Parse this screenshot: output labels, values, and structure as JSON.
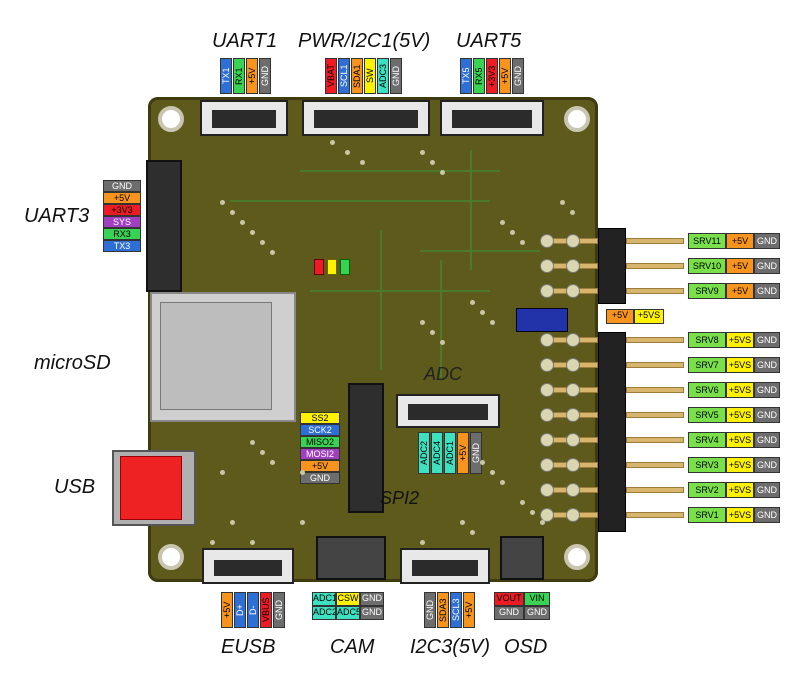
{
  "colors": {
    "orange": "#f7941d",
    "red": "#ed1c24",
    "green": "#39d353",
    "blue": "#2e6fd6",
    "yellow": "#fff200",
    "purple": "#a040c0",
    "teal": "#3de0c0",
    "gray": "#6d6d6d",
    "lightgreen": "#7ae04a",
    "board": "#5d5a1c"
  },
  "titles": {
    "uart1": "UART1",
    "pwr_i2c1": "PWR/I2C1(5V)",
    "uart5": "UART5",
    "uart3": "UART3",
    "microsd": "microSD",
    "usb": "USB",
    "eusb": "EUSB",
    "cam": "CAM",
    "i2c3": "I2C3(5V)",
    "osd": "OSD",
    "adc": "ADC",
    "spi2": "SPI2"
  },
  "uart1_pins": [
    {
      "label": "TX1",
      "color": "blue"
    },
    {
      "label": "RX1",
      "color": "green"
    },
    {
      "label": "+5V",
      "color": "orange"
    },
    {
      "label": "GND",
      "color": "gray"
    }
  ],
  "pwr_pins": [
    {
      "label": "VBAT",
      "color": "red"
    },
    {
      "label": "SCL1",
      "color": "blue"
    },
    {
      "label": "SDA1",
      "color": "orange"
    },
    {
      "label": "SW",
      "color": "yellow"
    },
    {
      "label": "ADC3",
      "color": "teal"
    },
    {
      "label": "GND",
      "color": "gray"
    }
  ],
  "uart5_pins": [
    {
      "label": "TX5",
      "color": "blue"
    },
    {
      "label": "RX5",
      "color": "green"
    },
    {
      "label": "+3V3",
      "color": "red"
    },
    {
      "label": "+5V",
      "color": "orange"
    },
    {
      "label": "GND",
      "color": "gray"
    }
  ],
  "uart3_pins": [
    {
      "label": "GND",
      "color": "gray"
    },
    {
      "label": "+5V",
      "color": "orange"
    },
    {
      "label": "+3V3",
      "color": "red"
    },
    {
      "label": "SYS",
      "color": "purple"
    },
    {
      "label": "RX3",
      "color": "green"
    },
    {
      "label": "TX3",
      "color": "blue"
    }
  ],
  "spi2_pins": [
    {
      "label": "SS2",
      "color": "yellow"
    },
    {
      "label": "SCK2",
      "color": "blue"
    },
    {
      "label": "MISO2",
      "color": "green"
    },
    {
      "label": "MOSI2",
      "color": "purple"
    },
    {
      "label": "+5V",
      "color": "orange"
    },
    {
      "label": "GND",
      "color": "gray"
    }
  ],
  "adc_pins": [
    {
      "label": "ADC2",
      "color": "teal"
    },
    {
      "label": "ADC4",
      "color": "teal"
    },
    {
      "label": "ADC1",
      "color": "teal"
    },
    {
      "label": "+5V",
      "color": "orange"
    },
    {
      "label": "GND",
      "color": "gray"
    }
  ],
  "eusb_pins": [
    {
      "label": "+5V",
      "color": "orange"
    },
    {
      "label": "D+",
      "color": "blue"
    },
    {
      "label": "D-",
      "color": "blue"
    },
    {
      "label": "VBUS",
      "color": "red"
    },
    {
      "label": "GND",
      "color": "gray"
    }
  ],
  "cam_rows": [
    [
      {
        "label": "ADC1",
        "color": "teal"
      },
      {
        "label": "CSW",
        "color": "yellow"
      },
      {
        "label": "GND",
        "color": "gray"
      }
    ],
    [
      {
        "label": "ADC2",
        "color": "teal"
      },
      {
        "label": "ADC5",
        "color": "teal"
      },
      {
        "label": "GND",
        "color": "gray"
      }
    ]
  ],
  "i2c3_pins": [
    {
      "label": "GND",
      "color": "gray"
    },
    {
      "label": "SDA3",
      "color": "orange"
    },
    {
      "label": "SCL3",
      "color": "blue"
    },
    {
      "label": "+5V",
      "color": "orange"
    }
  ],
  "osd_rows": [
    [
      {
        "label": "VOUT",
        "color": "red"
      },
      {
        "label": "VIN",
        "color": "green"
      }
    ],
    [
      {
        "label": "GND",
        "color": "gray"
      },
      {
        "label": "GND",
        "color": "gray"
      }
    ]
  ],
  "servos_top": [
    {
      "label": "SRV11",
      "power": "+5V"
    },
    {
      "label": "SRV10",
      "power": "+5V"
    },
    {
      "label": "SRV9",
      "power": "+5V"
    }
  ],
  "jumper": {
    "left": "+5V",
    "right": "+5VS"
  },
  "servos_bottom": [
    {
      "label": "SRV8",
      "power": "+5VS"
    },
    {
      "label": "SRV7",
      "power": "+5VS"
    },
    {
      "label": "SRV6",
      "power": "+5VS"
    },
    {
      "label": "SRV5",
      "power": "+5VS"
    },
    {
      "label": "SRV4",
      "power": "+5VS"
    },
    {
      "label": "SRV3",
      "power": "+5VS"
    },
    {
      "label": "SRV2",
      "power": "+5VS"
    },
    {
      "label": "SRV1",
      "power": "+5VS"
    }
  ],
  "gnd_label": "GND"
}
